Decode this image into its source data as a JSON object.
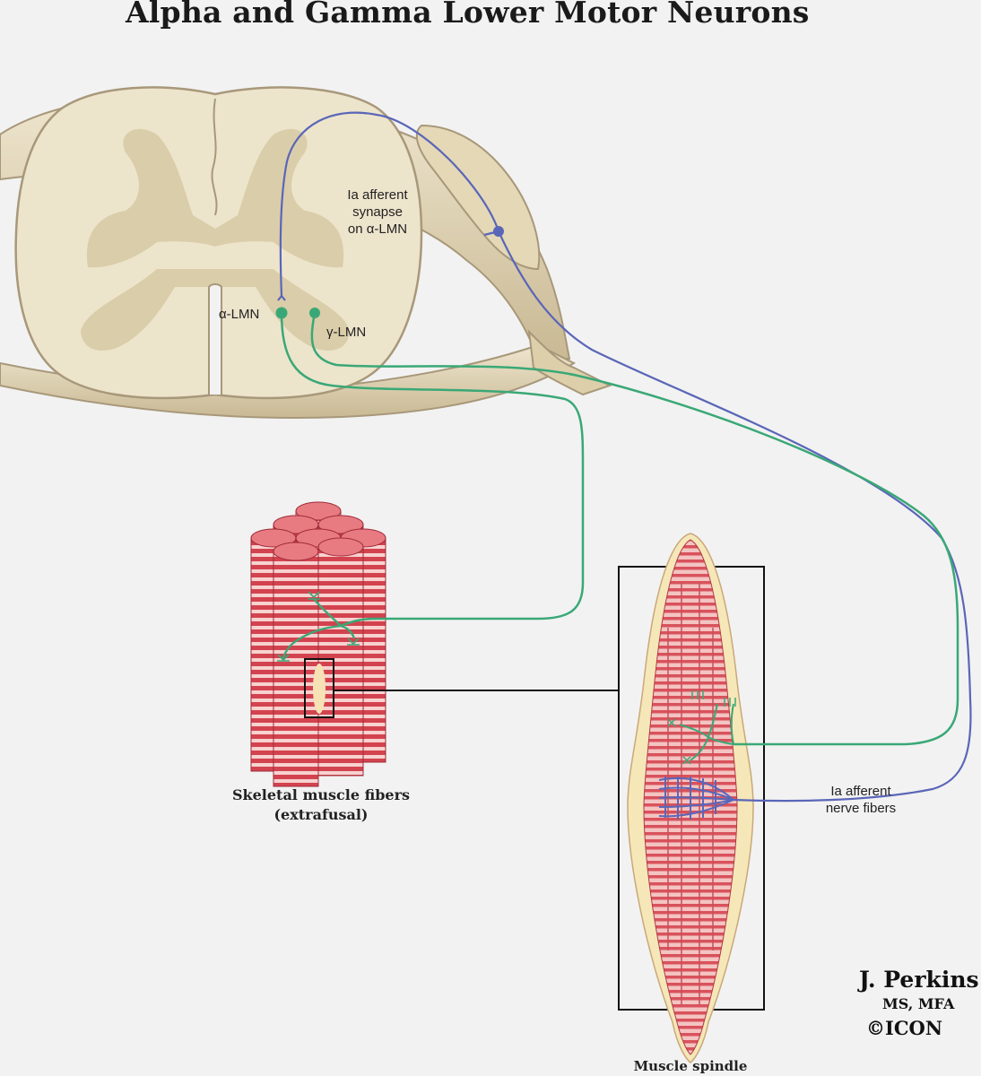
{
  "title": "Alpha and Gamma Lower Motor Neurons",
  "labels": {
    "ia_synapse": [
      "Ia afferent",
      "synapse",
      "on α-LMN"
    ],
    "alpha_lmn": "α-LMN",
    "gamma_lmn": "γ-LMN",
    "ia_nerve_fibers": [
      "Ia afferent",
      "nerve fibers"
    ],
    "skeletal_caption": [
      "Skeletal muscle fibers",
      "(extrafusal)"
    ],
    "spindle_caption": "Muscle spindle"
  },
  "credit": {
    "name": "J. Perkins",
    "degrees": "MS, MFA",
    "copyright": "©ICON"
  },
  "colors": {
    "background": "#f2f2f2",
    "spinal_white_matter": "#ede4cc",
    "spinal_gray_matter": "#d9cba6",
    "outline": "#a8987a",
    "alpha_gamma_fiber": "#3aa876",
    "ia_afferent_fiber": "#5a66b8",
    "muscle_red": "#d84a56",
    "muscle_light": "#f4c6c4",
    "spindle_capsule": "#f6e7b8"
  }
}
